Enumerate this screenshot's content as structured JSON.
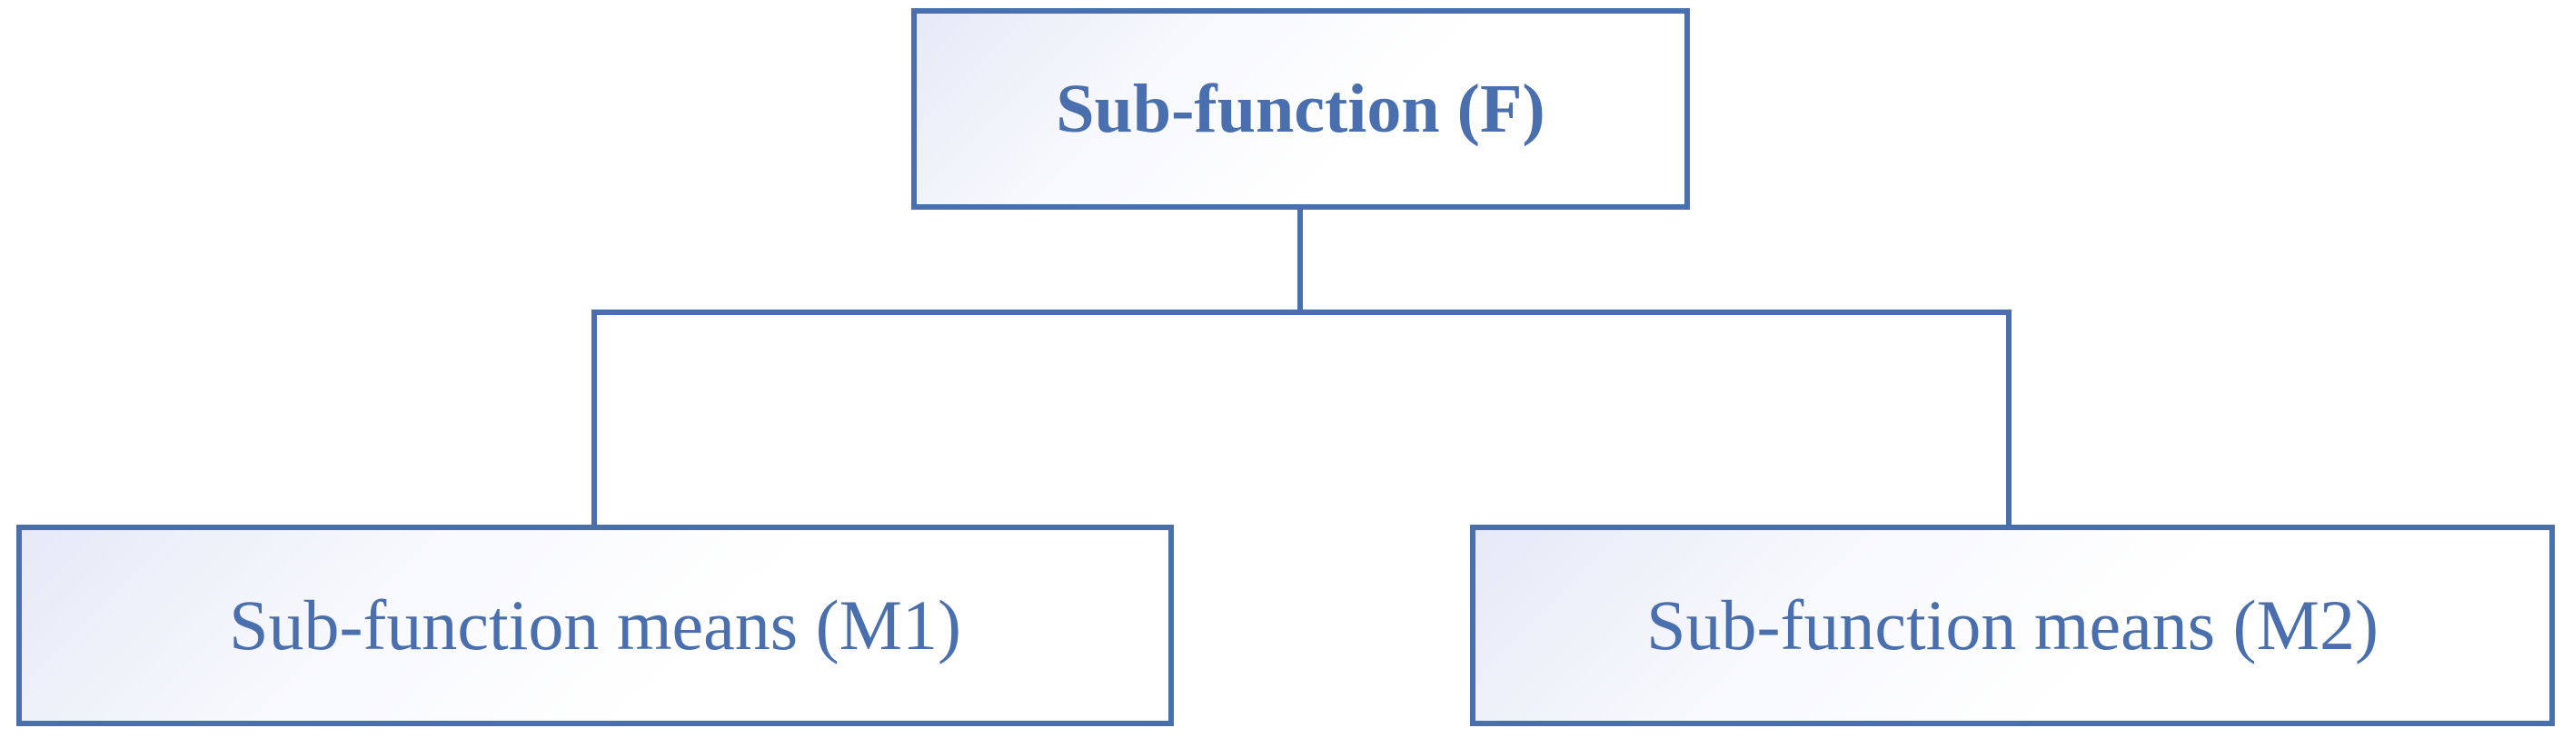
{
  "diagram": {
    "root": {
      "label": "Sub-function (F)"
    },
    "children": [
      {
        "label": "Sub-function means (M1)"
      },
      {
        "label": "Sub-function means (M2)"
      }
    ]
  },
  "colors": {
    "stroke": "#4a6fae",
    "text": "#4a6fae",
    "fill_gradient_start": "#e6e9f7",
    "fill_gradient_end": "#ffffff"
  }
}
